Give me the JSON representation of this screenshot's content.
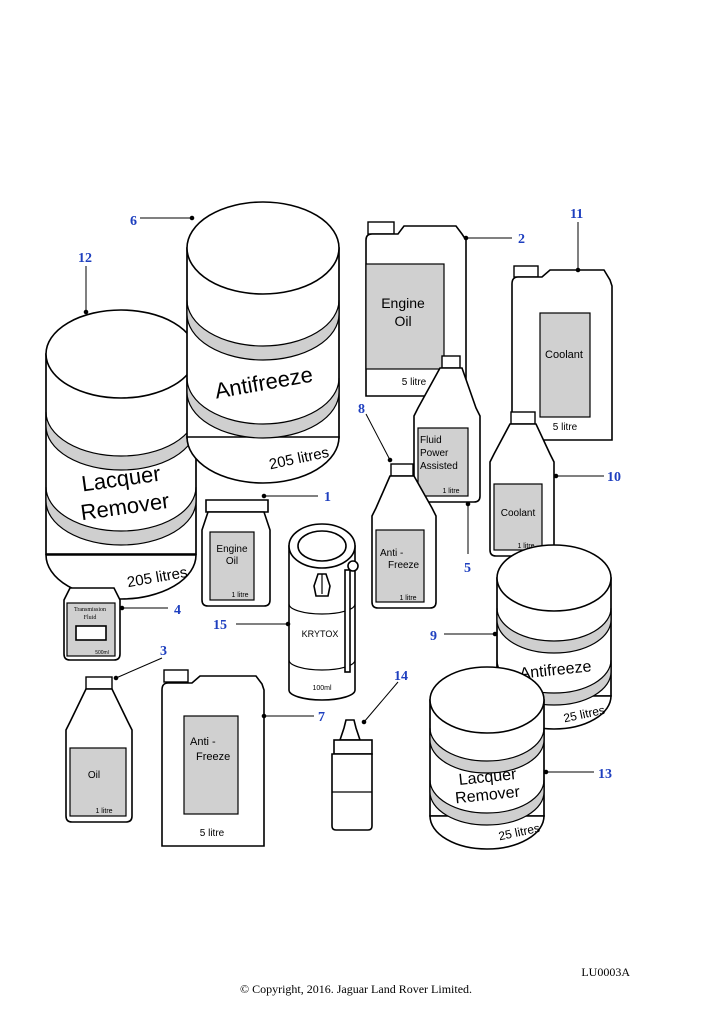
{
  "diagram_id": "LU0003A",
  "copyright": "© Copyright, 2016. Jaguar Land Rover Limited.",
  "products": {
    "lacquer_205": {
      "line1": "Lacquer",
      "line2": "Remover",
      "size": "205 litres"
    },
    "antifreeze_205": {
      "label": "Antifreeze",
      "size": "205 litres"
    },
    "engine_oil_5": {
      "line1": "Engine",
      "line2": "Oil",
      "size": "5 litre"
    },
    "coolant_5": {
      "label": "Coolant",
      "size": "5 litre"
    },
    "fluid_power": {
      "line1": "Fluid",
      "line2": "Power",
      "line3": "Assisted",
      "size": "1 litre"
    },
    "engine_oil_1": {
      "line1": "Engine",
      "line2": "Oil",
      "size": "1 litre"
    },
    "antifreeze_1": {
      "line1": "Anti -",
      "line2": "Freeze",
      "size": "1 litre"
    },
    "coolant_1": {
      "label": "Coolant",
      "size": "1 litre"
    },
    "transmission": {
      "line1": "Transmission",
      "line2": "Fluid",
      "size": "500ml"
    },
    "krytox": {
      "label": "KRYTOX",
      "size": "100ml"
    },
    "oil_1": {
      "label": "Oil",
      "size": "1 litre"
    },
    "antifreeze_5": {
      "line1": "Anti -",
      "line2": "Freeze",
      "size": "5 litre"
    },
    "antifreeze_25": {
      "label": "Antifreeze",
      "size": "25 litres"
    },
    "lacquer_25": {
      "line1": "Lacquer",
      "line2": "Remover",
      "size": "25 litres"
    }
  },
  "callouts": {
    "c1": "1",
    "c2": "2",
    "c3": "3",
    "c4": "4",
    "c5": "5",
    "c6": "6",
    "c7": "7",
    "c8": "8",
    "c9": "9",
    "c10": "10",
    "c11": "11",
    "c12": "12",
    "c13": "13",
    "c14": "14",
    "c15": "15"
  }
}
